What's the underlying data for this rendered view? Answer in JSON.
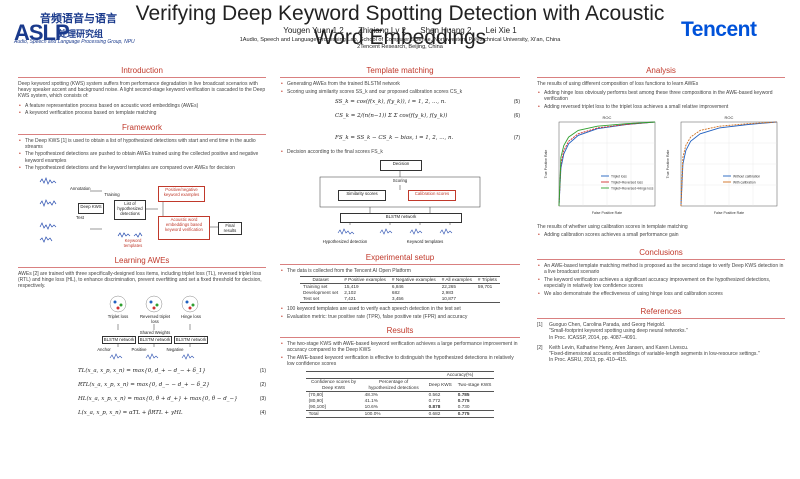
{
  "header": {
    "title": "Verifying Deep Keyword Spotting Detection with Acoustic Word Embeddings",
    "authors": [
      "Yougen Yuan 1,2",
      "Zhiqiang Lv 2",
      "Shen Huang 2",
      "Lei Xie 1"
    ],
    "affil1": "1Audio, Speech and Language Processing Lab, School of Computer Science, Northwestern Polytechnical University, Xi'an, China",
    "affil2": "2Tencent Research, Beijing, China",
    "logo_left_big": "ASLP",
    "logo_left_cn1": "音频语音与语言",
    "logo_left_cn2": "处理研究组",
    "logo_left_sub": "Audio, Speech and Language Processing Group, NPU",
    "logo_right": "Tencent"
  },
  "intro": {
    "title": "Introduction",
    "text": "Deep keyword spotting (KWS) system suffers from performance degradation in live broadcast scenarios with heavy speaker accent and background noise. A light second-stage keyword verification is cascaded to the Deep KWS system, which consists of:",
    "bullets": [
      "A feature representation process based on acoustic word embeddings (AWEs)",
      "A keyword verification process based on template matching"
    ]
  },
  "framework": {
    "title": "Framework",
    "bullets": [
      "The Deep KWS [1] is used to obtain a list of hypothesized detections with start and end time in the audio streams",
      "The hypothesized detections are pushed to obtain AWEs trained using the collected positive and negative keyword examples",
      "The hypothesized detections and the keyword templates are compared over AWEs for decision"
    ],
    "diagram": {
      "annotation": "Annotation",
      "training": "Training",
      "deep_kws": "Deep KWS",
      "test": "Test",
      "list": "List of hypothesized detections",
      "pos_neg": "Positive/negative keyword examples",
      "awe": "Acoustic word embeddings based keyword verification",
      "templates": "Keyword templates",
      "final": "Final results"
    }
  },
  "learning": {
    "title": "Learning AWEs",
    "text": "AWEs [2] are trained with three specifically-designed loss items, including triplet loss (TL), reversed triplet loss (RTL) and hinge loss (HL), to enhance discrimination, prevent overfitting and set a fixed threshold for decision, respectively.",
    "diagram": {
      "triplet": "Triplet loss",
      "reversed": "Reversed triplet loss",
      "hinge": "Hinge loss",
      "shared": "Shared Weights",
      "blstm": "BLSTM network",
      "anchor": "Anchor",
      "positive": "Positive",
      "negative": "Negative"
    },
    "equations": [
      {
        "lhs": "TL(x_a, x_p, x_n) = max{0, d_+ − d_− + δ_1}",
        "num": "(1)"
      },
      {
        "lhs": "RTL(x_a, x_p, x_n) = max{0, d_− − d_+ − δ_2}",
        "num": "(2)"
      },
      {
        "lhs": "HL(x_a, x_p, x_n) = max{0, θ + d_+} + max{0, θ − d_−}",
        "num": "(3)"
      },
      {
        "lhs": "L(x_a, x_p, x_n) = αTL + βRTL + γHL",
        "num": "(4)"
      }
    ]
  },
  "template": {
    "title": "Template matching",
    "bullets": [
      "Generating AWEs from the trained BLSTM network",
      "Scoring using similarity scores SS_k and our proposed calibration scores CS_k"
    ],
    "equations": [
      {
        "lhs": "SS_k = cos(f(x_k), f(y_k)), i = 1, 2, ..., n.",
        "num": "(5)"
      },
      {
        "lhs": "CS_k = 2/(n(n−1)) Σ Σ cos(f(y_k), f(y_k))",
        "num": "(6)"
      },
      {
        "lhs": "FS_k = SS_k − CS_k − bias, i = 1, 2, ..., n.",
        "num": "(7)"
      }
    ],
    "bullet3": "Decision according to the final scores FS_k",
    "diagram": {
      "decision": "Decision",
      "scoring": "Scoring",
      "similarity": "Similarity scores",
      "calibration": "Calibration scores",
      "blstm": "BLSTM network",
      "hyp": "Hypothesized detection",
      "templates": "Keyword templates"
    }
  },
  "exp": {
    "title": "Experimental setup",
    "bullet1": "The data is collected from the Tencent AI Open Platform",
    "headers": [
      "Dataset",
      "# Positive examples",
      "# Negative examples",
      "# All examples",
      "# Triplets"
    ],
    "rows": [
      [
        "Training set",
        "15,419",
        "6,846",
        "22,265",
        "59,701"
      ],
      [
        "Development set",
        "2,102",
        "682",
        "2,983",
        ""
      ],
      [
        "Test set",
        "7,421",
        "3,456",
        "10,877",
        ""
      ]
    ],
    "bullets": [
      "100 keyword templates are used to verify each speech detection in the test set",
      "Evaluation metric: true positive rate (TPR), false positive rate (FPR) and accuracy"
    ]
  },
  "results": {
    "title": "Results",
    "bullets": [
      "The two-stage KWS with AWE-based keyword verification achieves a large performance improvement in accuracy compared to the Deep KWS",
      "The AWE-based keyword verification is effective to distinguish the hypothesized detections in relatively low confidence scores"
    ],
    "headers": [
      "Confidence scores by Deep KWS",
      "Percentage of hypothesized detections",
      "Deep KWS",
      "Two-stage KWS"
    ],
    "acc_header": "Accuracy(%)",
    "rows": [
      [
        "(70,80]",
        "48.3%",
        "0.562",
        "0.785"
      ],
      [
        "(80,90]",
        "41.1%",
        "0.772",
        "0.775"
      ],
      [
        "(90,100]",
        "10.6%",
        "0.878",
        "0.730"
      ],
      [
        "Total",
        "100.0%",
        "0.682",
        "0.775"
      ]
    ]
  },
  "analysis": {
    "title": "Analysis",
    "intro": "The results of using different composition of loss functions to learn AWEs",
    "bullets": [
      "Adding hinge loss obviously performs best among these three compositions in the AWE-based keyword verification",
      "Adding reversed triplet loss to the triplet loss achieves a small relative improvement"
    ],
    "chart_caption": "The results of whether using calibration scores in template matching",
    "bullet3": "Adding calibration scores achieves a small performance gain"
  },
  "chart_data": [
    {
      "type": "line",
      "title": "ROC",
      "xlabel": "False Positive Rate",
      "ylabel": "True Positive Rate",
      "series": [
        {
          "name": "Triplet loss",
          "color": "#2060c0"
        },
        {
          "name": "Triplet+Reversed loss",
          "color": "#d03030"
        },
        {
          "name": "Triplet+Reversed+Hinge loss",
          "color": "#30a030"
        }
      ]
    },
    {
      "type": "line",
      "title": "ROC",
      "xlabel": "False Positive Rate",
      "ylabel": "True Positive Rate",
      "series": [
        {
          "name": "Without calibration",
          "color": "#2060c0"
        },
        {
          "name": "With calibration",
          "color": "#d07020"
        }
      ]
    }
  ],
  "conclusions": {
    "title": "Conclusions",
    "bullets": [
      "An AWE-based template matching method is proposed as the second stage to verify Deep KWS detection in a live broadcast scenario",
      "The keyword verification achieves a significant accuracy improvement on the hypothesized detections, especially in relatively low confidence scores",
      "We also demonstrate the effectiveness of using hinge loss and calibration scores"
    ]
  },
  "references": {
    "title": "References",
    "items": [
      {
        "n": "[1]",
        "lines": [
          "Guoguo Chen, Carolina Parada, and Georg Heigold.",
          "\"Small-footprint keyword spotting using deep neural networks.\"",
          "In Proc. ICASSP, 2014, pp. 4087–4091."
        ]
      },
      {
        "n": "[2]",
        "lines": [
          "Keith Levin, Katharine Henry, Aren Jansen, and Karen Livescu.",
          "\"Fixed-dimensional acoustic embeddings of variable-length segments in low-resource settings.\"",
          "In Proc. ASRU, 2013, pp. 410–415."
        ]
      }
    ]
  }
}
